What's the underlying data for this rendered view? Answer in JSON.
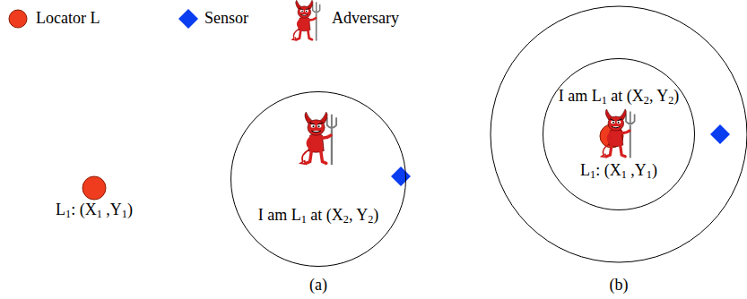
{
  "diagram": {
    "nodes": [
      {
        "text": [
          "L1: (X1 ,Y1)"
        ]
      },
      {
        "text": [
          "I am L1 at (X2, Y2)"
        ]
      },
      {
        "text": [
          "I am L1 at (X2, Y2)",
          "L1: (X1 ,Y1)"
        ]
      }
    ],
    "labels": [
      "(a)",
      "(b)"
    ],
    "legend": [
      {
        "text": "Locator L"
      },
      {
        "text": "Sensor"
      },
      {
        "text": "Adversary"
      }
    ]
  }
}
